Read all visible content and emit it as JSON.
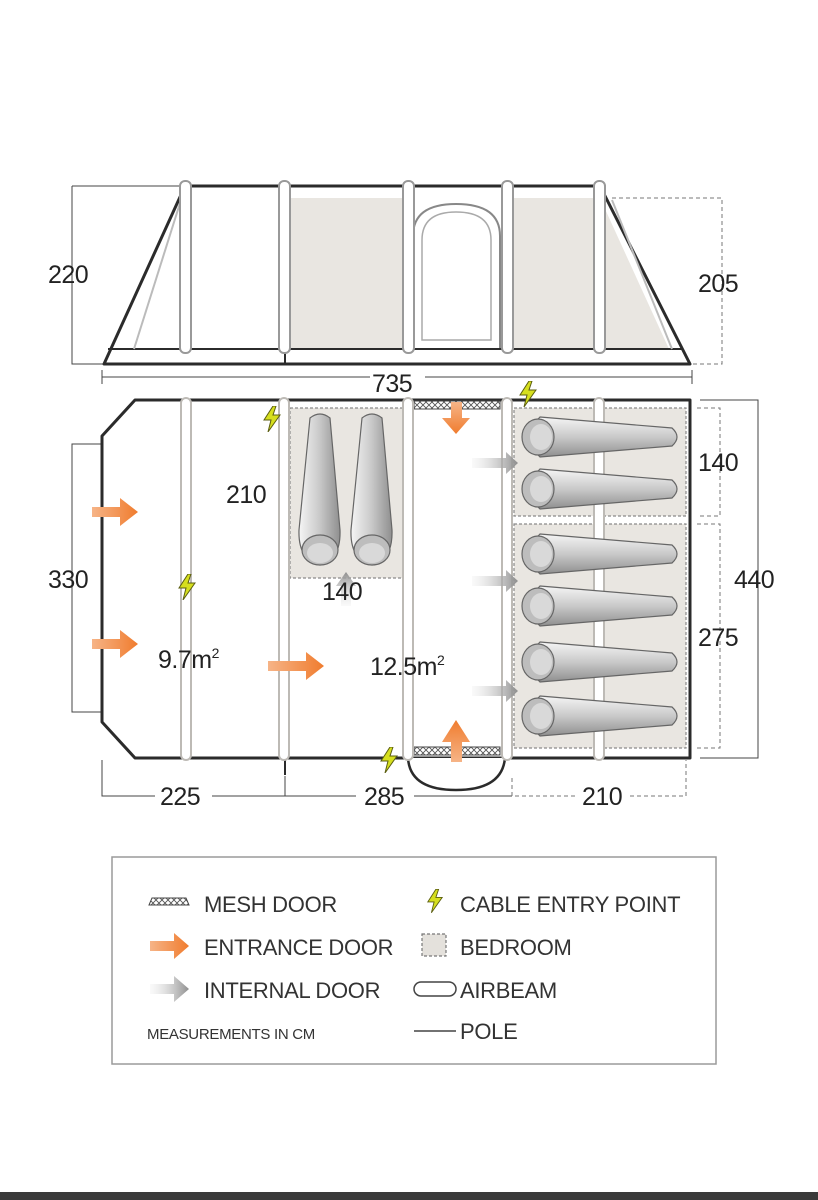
{
  "side_view": {
    "height_left": "220",
    "height_right": "205"
  },
  "floor_plan": {
    "total_length": "735",
    "width_left": "330",
    "width_right": "440",
    "inner_bedroom_depth": "210",
    "inner_bedroom_width": "140",
    "bedroom_top_depth": "140",
    "bedroom_bottom_depth": "275",
    "area_porch": "9.7m",
    "area_living": "12.5m",
    "area_unit_sup": "2",
    "section_1": "225",
    "section_2": "285",
    "section_3": "210"
  },
  "legend": {
    "mesh_door": "MESH DOOR",
    "entrance_door": "ENTRANCE DOOR",
    "internal_door": "INTERNAL DOOR",
    "measurements_note": "MEASUREMENTS IN CM",
    "cable_entry": "CABLE ENTRY POINT",
    "bedroom": "BEDROOM",
    "airbeam": "AIRBEAM",
    "pole": "POLE"
  },
  "colors": {
    "outline": "#2b2b2b",
    "bedroom_fill": "#e9e6e1",
    "entrance_arrow": "#f07c2e",
    "internal_arrow": "#8e8e8e",
    "cable_bolt": "#d6df1e",
    "airbeam_stroke": "#c9c6c1"
  },
  "icons": [
    "mesh-door-icon",
    "entrance-arrow-icon",
    "internal-arrow-icon",
    "cable-entry-icon",
    "bedroom-icon",
    "airbeam-icon",
    "pole-icon"
  ]
}
